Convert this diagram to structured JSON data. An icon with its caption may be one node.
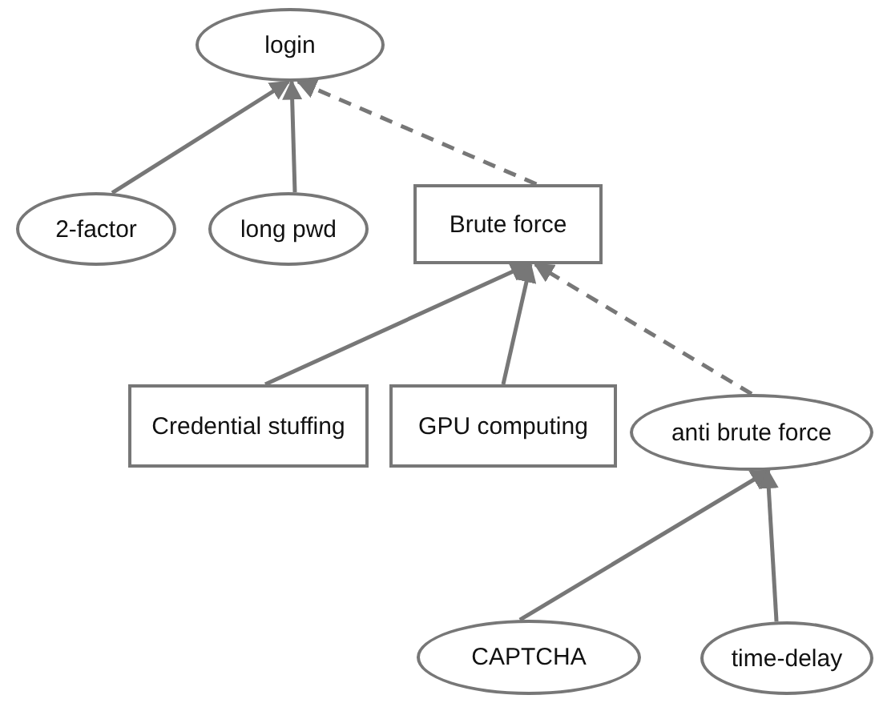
{
  "diagram": {
    "nodes": [
      {
        "text": [
          "login"
        ]
      },
      {
        "text": [
          "2-factor"
        ]
      },
      {
        "text": [
          "long pwd"
        ]
      },
      {
        "text": [
          "Brute force"
        ]
      },
      {
        "text": [
          "Credential stuffing"
        ]
      },
      {
        "text": [
          "GPU computing"
        ]
      },
      {
        "text": [
          "anti brute force"
        ]
      },
      {
        "text": [
          "CAPTCHA"
        ]
      },
      {
        "text": [
          "time-delay"
        ]
      }
    ],
    "edges": [
      {
        "from": 1,
        "to": 0,
        "arrow": "to"
      },
      {
        "from": 2,
        "to": 0,
        "arrow": "to"
      },
      {
        "from": 3,
        "to": 0,
        "arrow": "to",
        "style": "dashed"
      },
      {
        "from": 4,
        "to": 3,
        "arrow": "to"
      },
      {
        "from": 5,
        "to": 3,
        "arrow": "to"
      },
      {
        "from": 6,
        "to": 3,
        "arrow": "to",
        "style": "dashed"
      },
      {
        "from": 7,
        "to": 6,
        "arrow": "to"
      },
      {
        "from": 8,
        "to": 6,
        "arrow": "to"
      }
    ]
  }
}
